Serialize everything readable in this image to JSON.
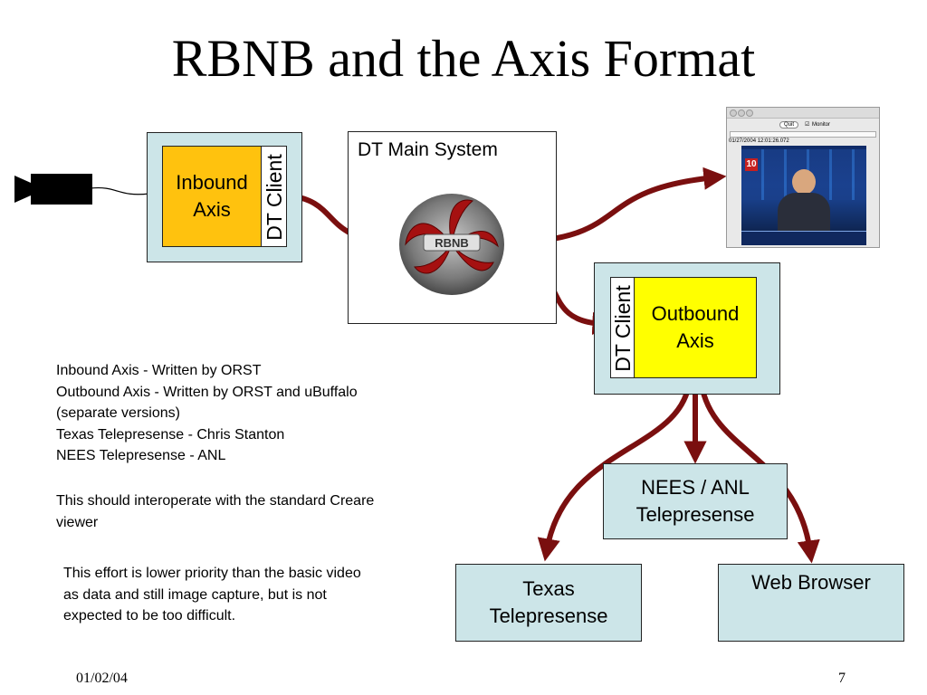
{
  "title": "RBNB and the Axis Format",
  "inbound": {
    "label": "Inbound\nAxis",
    "client": "DT Client"
  },
  "main_system": {
    "label": "DT Main System",
    "logo_text": "RBNB"
  },
  "outbound": {
    "label": "Outbound\nAxis",
    "client": "DT Client"
  },
  "nees": {
    "label": "NEES / ANL\nTelepresense"
  },
  "texas": {
    "label": "Texas\nTelepresense"
  },
  "web": {
    "label": "Web Browser"
  },
  "viewer": {
    "quit_label": "Quit",
    "monitor_label": "Monitor",
    "timestamp": "01/27/2004 12:01:26.072",
    "channel_badge": "10"
  },
  "notes": {
    "credits": "Inbound Axis - Written by ORST\nOutbound Axis - Written by ORST and uBuffalo\n(separate versions)\nTexas Telepresense - Chris Stanton\nNEES Telepresense - ANL",
    "interop": "This should interoperate with the standard Creare\nviewer",
    "effort": "This effort  is lower priority than the basic video\nas data and still image capture, but is not\nexpected to be too difficult."
  },
  "footer": {
    "date": "01/02/04",
    "page": "7"
  },
  "colors": {
    "arrow": "#7a0f0f",
    "box_blue": "#cce5e8",
    "orange": "#ffc20e",
    "yellow": "#ffff00"
  }
}
